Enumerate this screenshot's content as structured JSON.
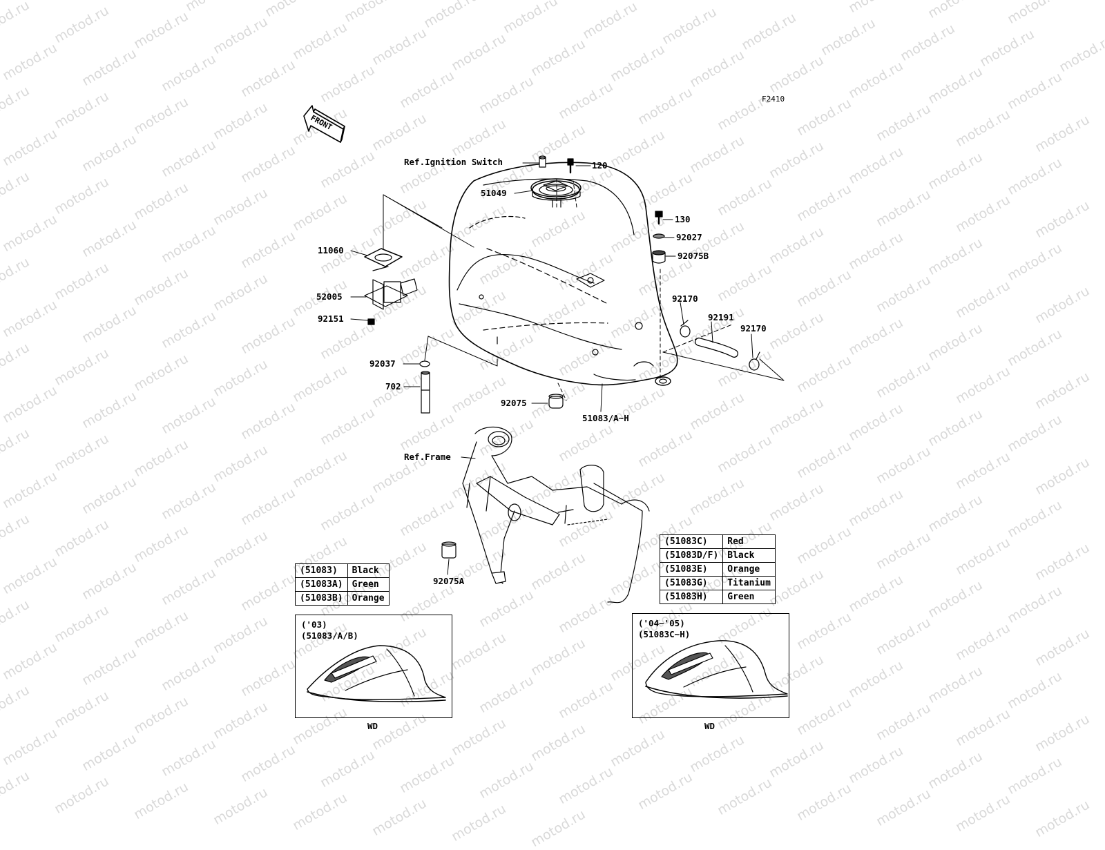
{
  "watermark_text": "motod.ru",
  "figure_code": "F2410",
  "front_label": "FRONT",
  "callouts": {
    "ref_ignition_switch": "Ref.Ignition Switch",
    "p120": "120",
    "p51049": "51049",
    "p130": "130",
    "p92027": "92027",
    "p92075b": "92075B",
    "p11060": "11060",
    "p52005": "52005",
    "p92151": "92151",
    "p92170_a": "92170",
    "p92191": "92191",
    "p92170_b": "92170",
    "p92037": "92037",
    "p702": "702",
    "p92075": "92075",
    "p51083": "51083/A~H",
    "ref_frame": "Ref.Frame",
    "p92075a": "92075A"
  },
  "color_table_left": [
    {
      "code": "(51083)",
      "color": "Black"
    },
    {
      "code": "(51083A)",
      "color": "Green"
    },
    {
      "code": "(51083B)",
      "color": "Orange"
    }
  ],
  "color_table_right": [
    {
      "code": "(51083C)",
      "color": "Red"
    },
    {
      "code": "(51083D/F)",
      "color": "Black"
    },
    {
      "code": "(51083E)",
      "color": "Orange"
    },
    {
      "code": "(51083G)",
      "color": "Titanium"
    },
    {
      "code": "(51083H)",
      "color": "Green"
    }
  ],
  "variant_left": {
    "year": "('03)",
    "parts": "(51083/A/B)",
    "caption": "WD"
  },
  "variant_right": {
    "year": "('04~'05)",
    "parts": "(51083C~H)",
    "caption": "WD"
  }
}
